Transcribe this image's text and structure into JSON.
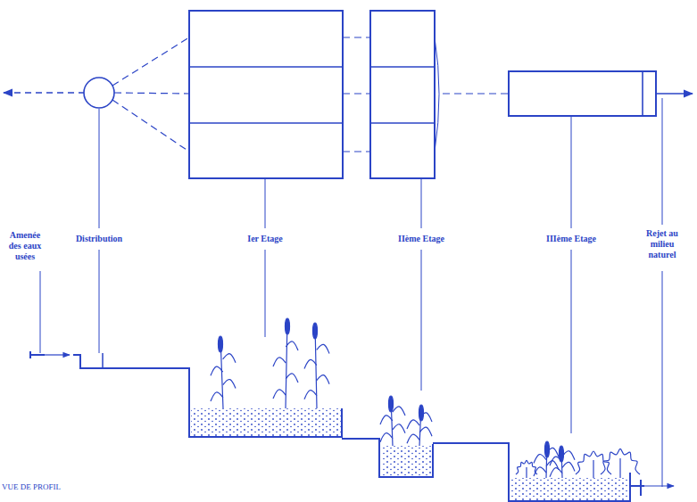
{
  "diagram": {
    "labels": [
      "Amenée des eaux usées",
      "Distribution",
      "Ier Etage",
      "IIème Etage",
      "IIIème Etage",
      "Rejet au milieu naturel",
      "VUE DE PROFIL"
    ]
  }
}
